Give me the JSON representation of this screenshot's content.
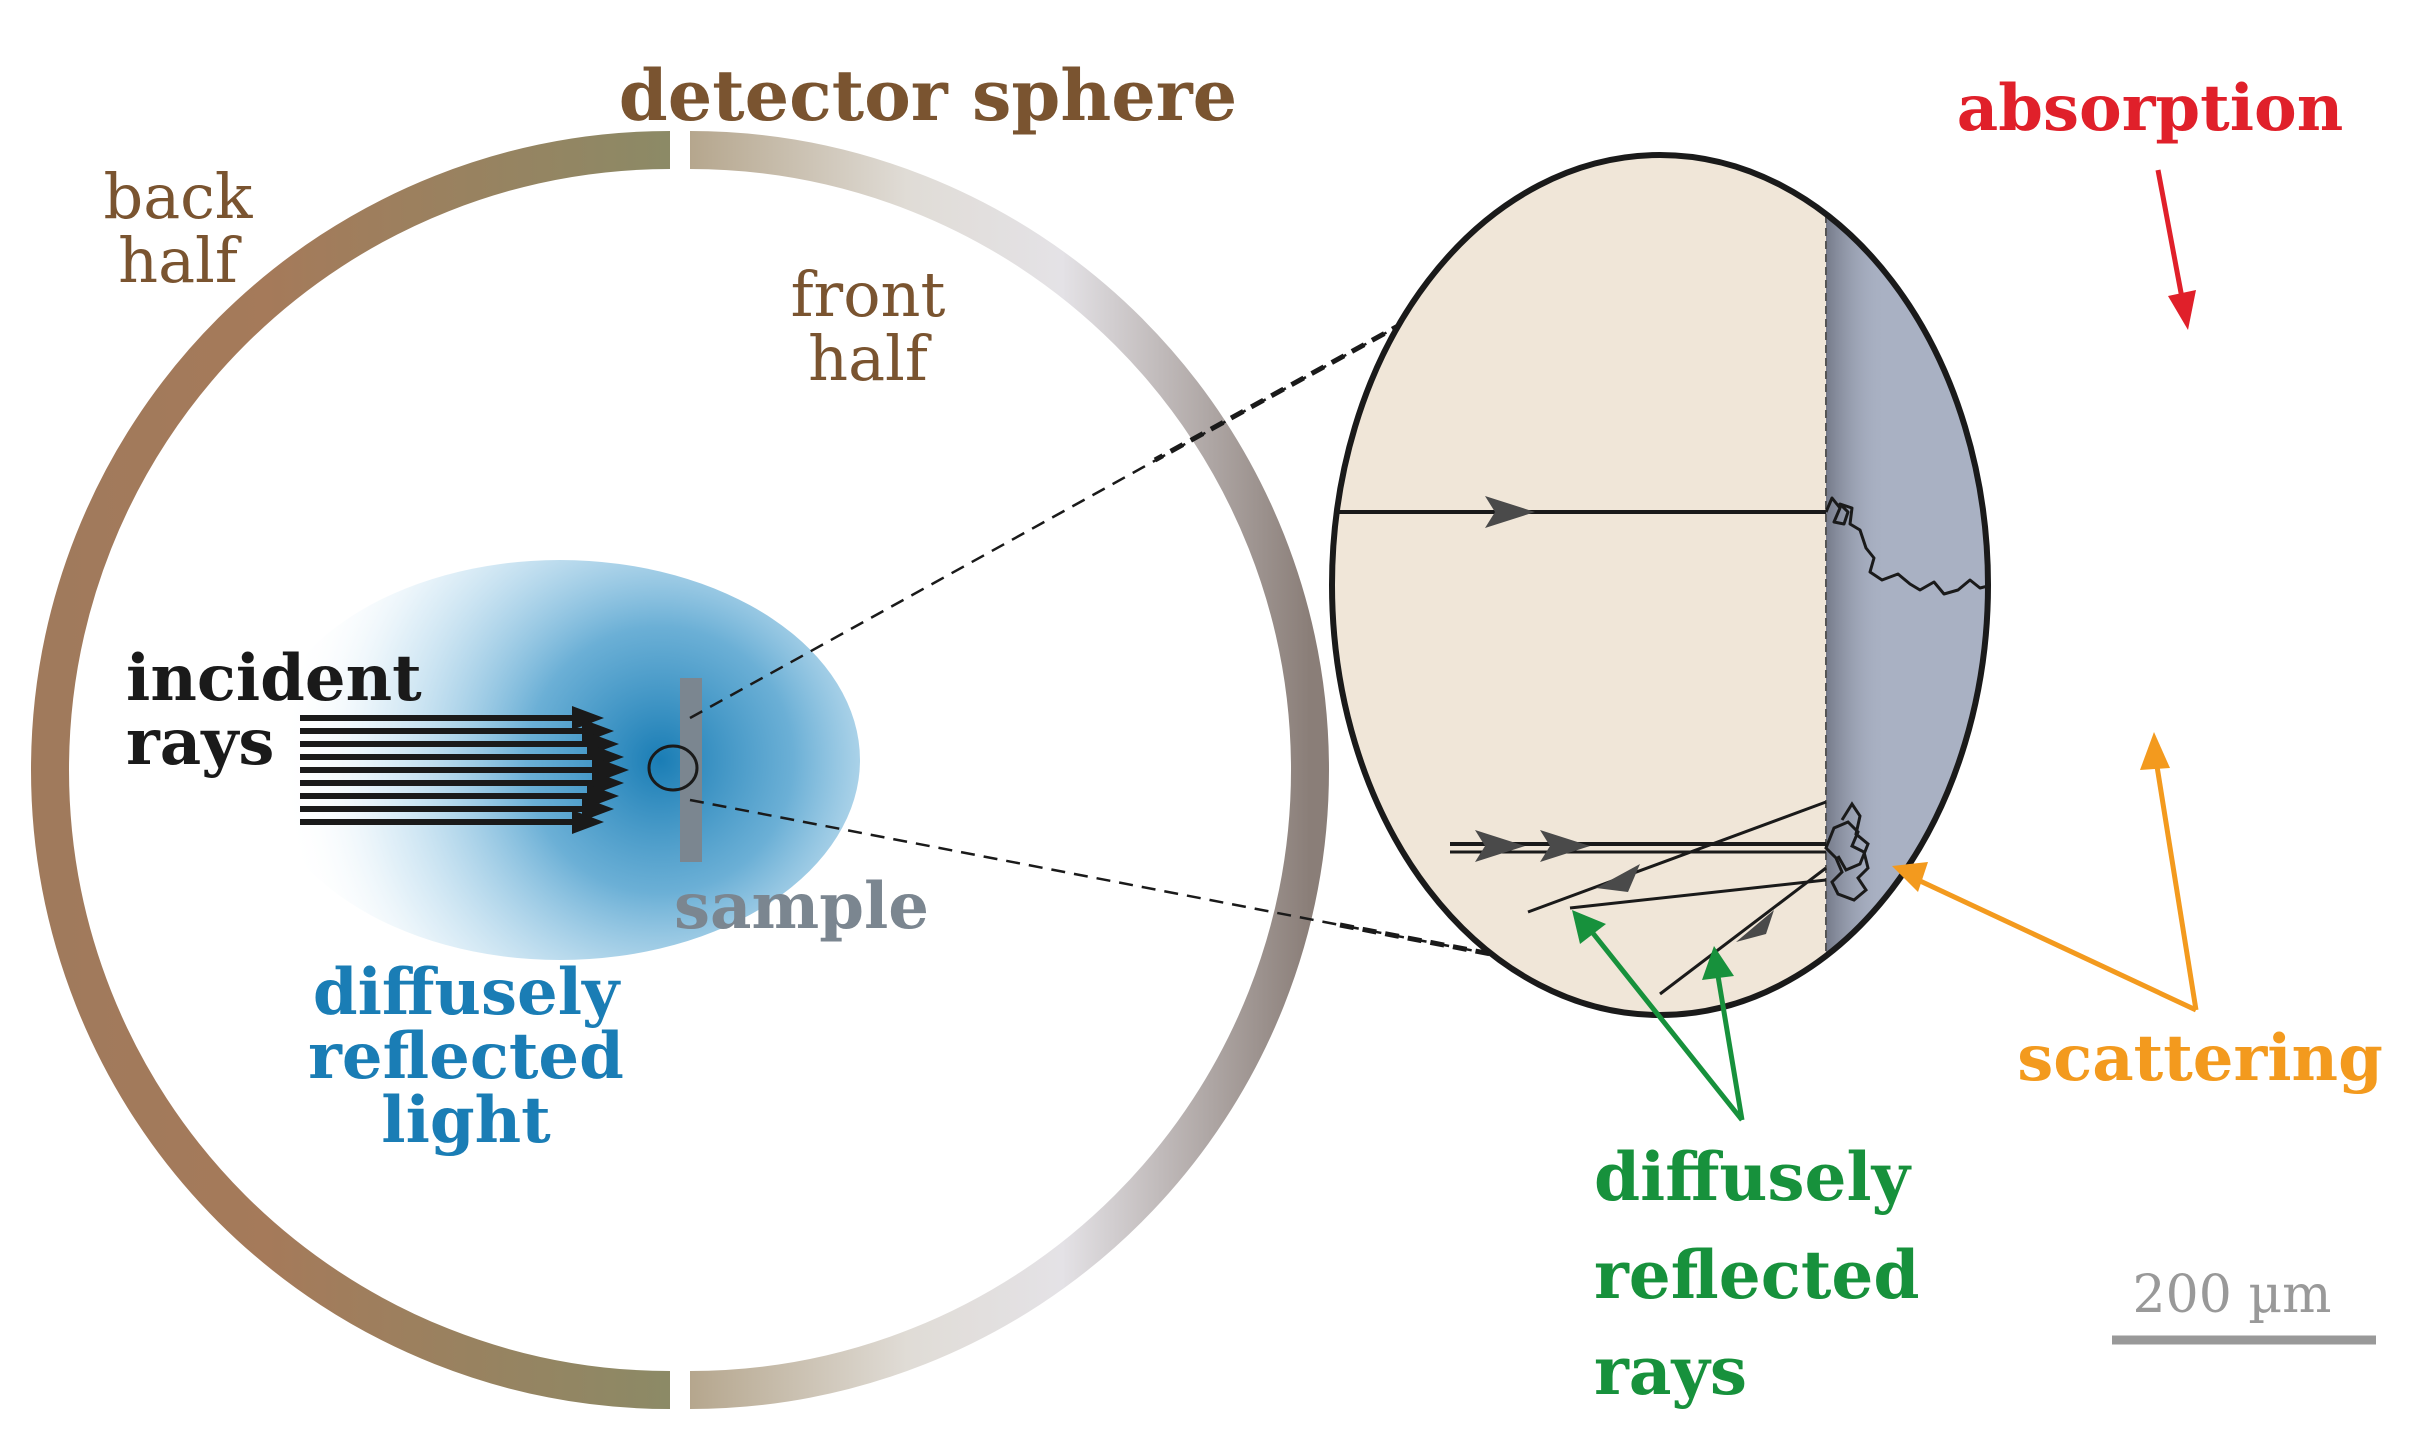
{
  "labels": {
    "detector_sphere": "detector sphere",
    "back_half_line1": "back",
    "back_half_line2": "half",
    "front_half_line1": "front",
    "front_half_line2": "half",
    "incident_line1": "incident",
    "incident_line2": "rays",
    "sample": "sample",
    "diffuse_light_line1": "diffusely",
    "diffuse_light_line2": "reflected",
    "diffuse_light_line3": "light",
    "absorption": "absorption",
    "scattering": "scattering",
    "diffuse_rays_line1": "diffusely",
    "diffuse_rays_line2": "reflected",
    "diffuse_rays_line3": "rays",
    "scale_bar": "200 µm"
  },
  "colors": {
    "brown_text": "#7a5430",
    "incident": "#1a1a1a",
    "sample": "#7b8690",
    "blue_glow": "#1a7db5",
    "absorption": "#e0202a",
    "scattering": "#f39a1e",
    "green_rays": "#17913c",
    "scale": "#999999",
    "ellipse_left": "#f0e6d8",
    "ellipse_right": "#a9b1c3"
  }
}
